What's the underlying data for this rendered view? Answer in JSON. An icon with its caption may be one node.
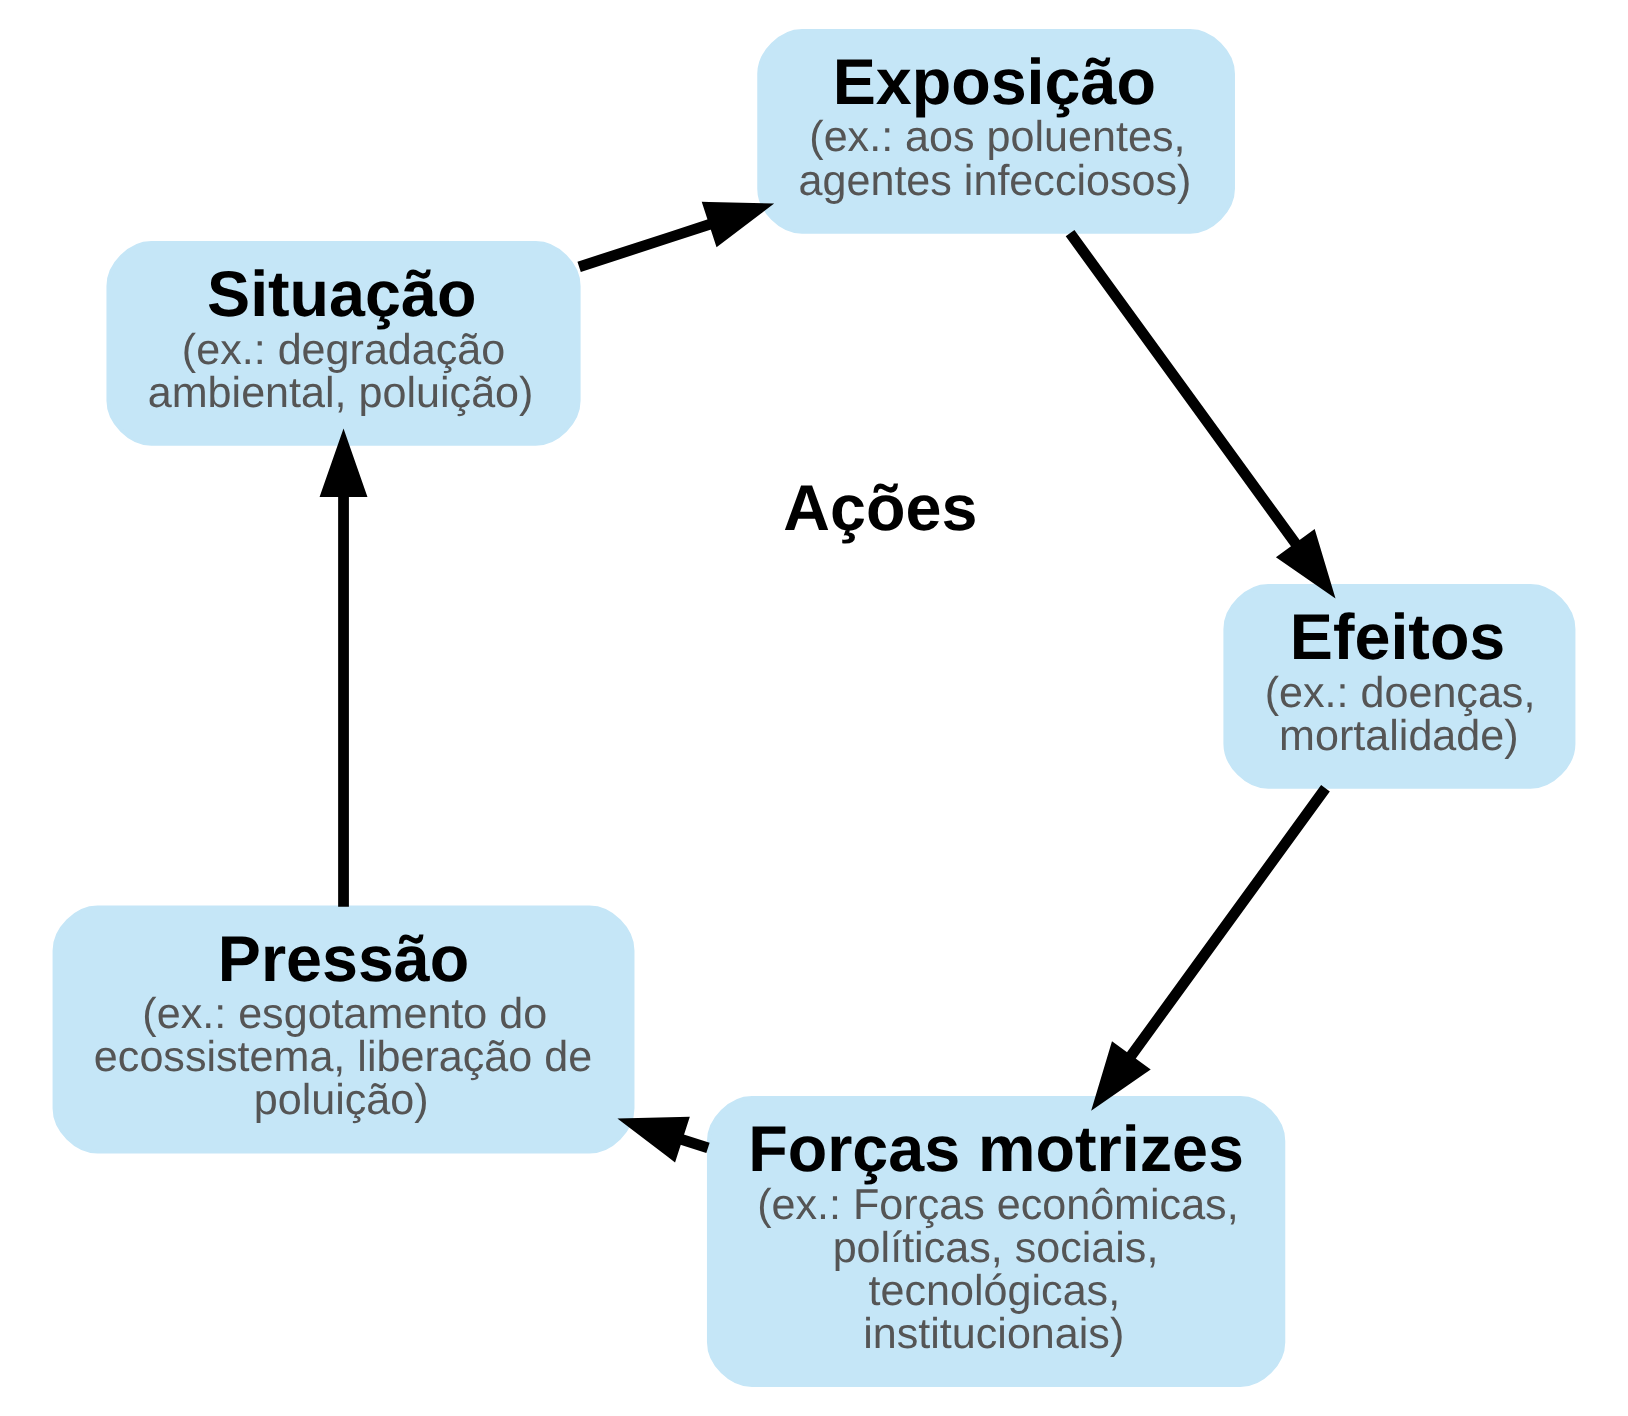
{
  "diagram": {
    "nodes": [
      {
        "text": [
          "Forças motrizes",
          "(ex.: Forças econômicas, políticas, sociais, tecnológicas, institucionais)"
        ]
      },
      {
        "text": [
          "Pressão",
          "(ex.: esgotamento do ecossistema, liberação de poluição)"
        ]
      },
      {
        "text": [
          "Situação",
          "(ex.: degradação ambiental, poluição)"
        ]
      },
      {
        "text": [
          "Exposição",
          "(ex.: aos poluentes, agentes infecciosos)"
        ]
      },
      {
        "text": [
          "Efeitos",
          "(ex.: doenças, mortalidade)"
        ]
      }
    ],
    "edges": [
      {
        "from": 4,
        "to": 0,
        "arrow": "to"
      },
      {
        "from": 0,
        "to": 1,
        "arrow": "to"
      },
      {
        "from": 1,
        "to": 2,
        "arrow": "to"
      },
      {
        "from": 2,
        "to": 3,
        "arrow": "to"
      },
      {
        "from": 3,
        "to": 4,
        "arrow": "to"
      }
    ],
    "labels": [
      "Ações"
    ]
  }
}
